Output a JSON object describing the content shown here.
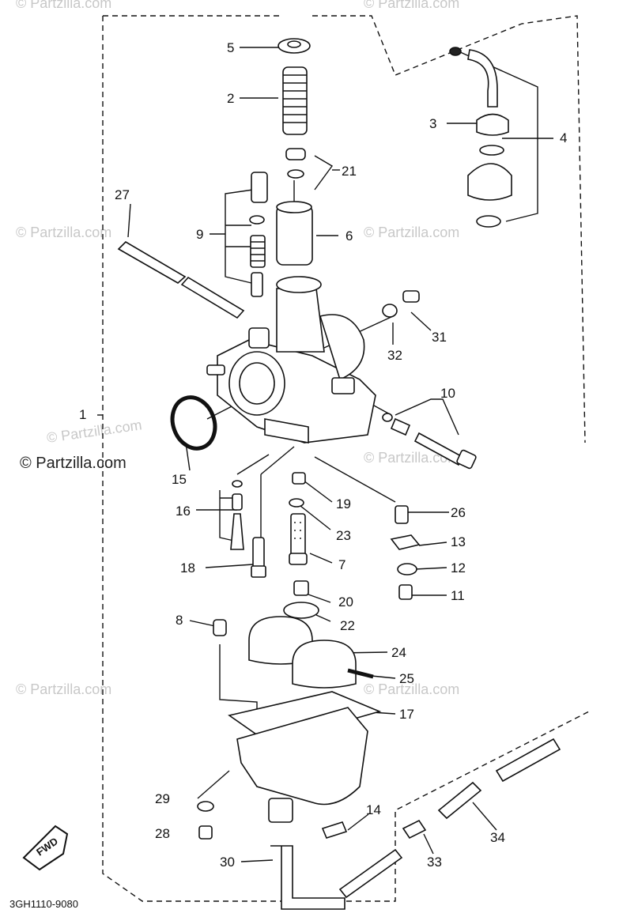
{
  "watermarks": [
    "© Partzilla.com",
    "© Partzilla.com",
    "© Partzilla.com",
    "© Partzilla.com",
    "© Partzilla.com",
    "© Partzilla.com",
    "© Partzilla.com",
    "© Partzilla.com",
    "© Partzilla.com"
  ],
  "diagram_code": "3GH1110-9080",
  "fwd_label": "FWD",
  "callouts": {
    "c1": "1",
    "c2": "2",
    "c3": "3",
    "c4": "4",
    "c5": "5",
    "c6": "6",
    "c7": "7",
    "c8": "8",
    "c9": "9",
    "c10": "10",
    "c11": "11",
    "c12": "12",
    "c13": "13",
    "c14": "14",
    "c15": "15",
    "c16": "16",
    "c17": "17",
    "c18": "18",
    "c19": "19",
    "c20": "20",
    "c21": "21",
    "c22": "22",
    "c23": "23",
    "c24": "24",
    "c25": "25",
    "c26": "26",
    "c27": "27",
    "c28": "28",
    "c29": "29",
    "c30": "30",
    "c31": "31",
    "c32": "32",
    "c33": "33",
    "c34": "34"
  }
}
